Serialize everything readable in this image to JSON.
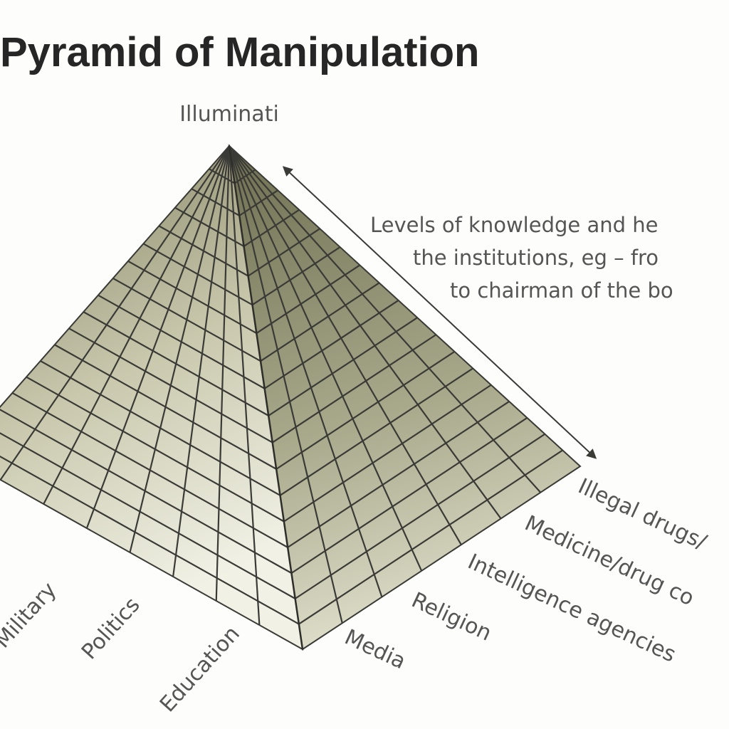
{
  "title": "Pyramid of Manipulation",
  "apex_label": "Illuminati",
  "annotation": {
    "lines": [
      "Levels of knowledge and he",
      "the institutions, eg – fro",
      "to chairman of the bo"
    ]
  },
  "left_face_labels": [
    "Military",
    "Politics",
    "Education"
  ],
  "right_face_labels": [
    "Media",
    "Religion",
    "Intelligence agencies",
    "Medicine/drug co",
    "Illegal drugs/"
  ],
  "colors": {
    "left_face_top": "#7d7c5c",
    "left_face_bottom": "#f1f1e6",
    "right_face_top": "#6f6f52",
    "right_face_bottom": "#dcdcc8",
    "grid": "#3a3a36",
    "text": "#555555",
    "title": "#262626"
  }
}
